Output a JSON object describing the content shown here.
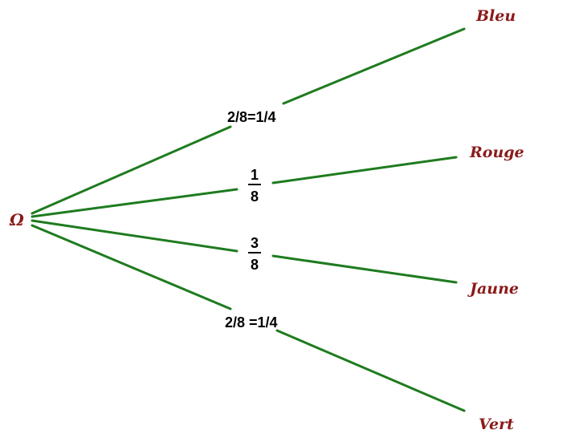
{
  "root": {
    "label": "Ω"
  },
  "branches": [
    {
      "outcome": "Bleu",
      "probability": "2/8=1/4"
    },
    {
      "outcome": "Rouge",
      "probability": {
        "numerator": "1",
        "denominator": "8"
      }
    },
    {
      "outcome": "Jaune",
      "probability": {
        "numerator": "3",
        "denominator": "8"
      }
    },
    {
      "outcome": "Vert",
      "probability": "2/8 =1/4"
    }
  ],
  "colors": {
    "branch": "#1e7b1e",
    "outcome_text": "#8b1a1a",
    "probability_text": "#000000"
  }
}
